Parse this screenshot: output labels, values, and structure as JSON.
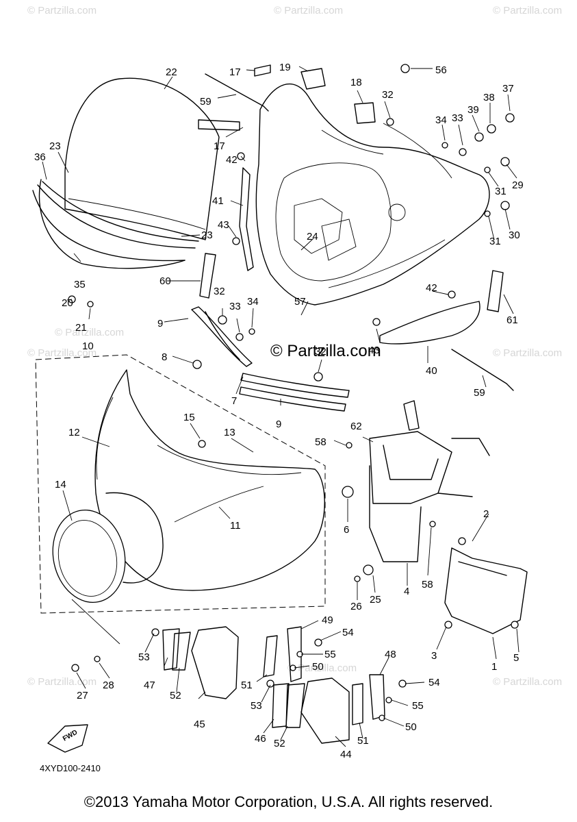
{
  "watermarks": {
    "repeat_text": "© Partzilla.com",
    "center_text": "© Partzilla.com"
  },
  "diagram_code": "4XYD100-2410",
  "fwd_label": "FWD",
  "copyright": "©2013 Yamaha Motor Corporation, U.S.A. All rights reserved.",
  "callouts": {
    "n1": "1",
    "n2": "2",
    "n3": "3",
    "n4": "4",
    "n5": "5",
    "n6": "6",
    "n7": "7",
    "n8": "8",
    "n9a": "9",
    "n9b": "9",
    "n10": "10",
    "n11": "11",
    "n12": "12",
    "n13": "13",
    "n14": "14",
    "n15": "15",
    "n17a": "17",
    "n17b": "17",
    "n18": "18",
    "n19": "19",
    "n20": "20",
    "n21": "21",
    "n22": "22",
    "n23a": "23",
    "n23b": "23",
    "n24": "24",
    "n25": "25",
    "n26": "26",
    "n27": "27",
    "n28": "28",
    "n29": "29",
    "n30": "30",
    "n31a": "31",
    "n31b": "31",
    "n32a": "32",
    "n32b": "32",
    "n32c": "32",
    "n33a": "33",
    "n33b": "33",
    "n34a": "34",
    "n34b": "34",
    "n35": "35",
    "n36": "36",
    "n37": "37",
    "n38": "38",
    "n39": "39",
    "n40": "40",
    "n41": "41",
    "n42a": "42",
    "n42b": "42",
    "n43a": "43",
    "n43b": "43",
    "n44": "44",
    "n45": "45",
    "n46": "46",
    "n47": "47",
    "n48": "48",
    "n49": "49",
    "n50a": "50",
    "n50b": "50",
    "n51a": "51",
    "n51b": "51",
    "n52a": "52",
    "n52b": "52",
    "n53a": "53",
    "n53b": "53",
    "n54a": "54",
    "n54b": "54",
    "n55a": "55",
    "n55b": "55",
    "n56": "56",
    "n57": "57",
    "n58a": "58",
    "n58b": "58",
    "n59a": "59",
    "n59b": "59",
    "n60": "60",
    "n61": "61",
    "n62": "62"
  }
}
